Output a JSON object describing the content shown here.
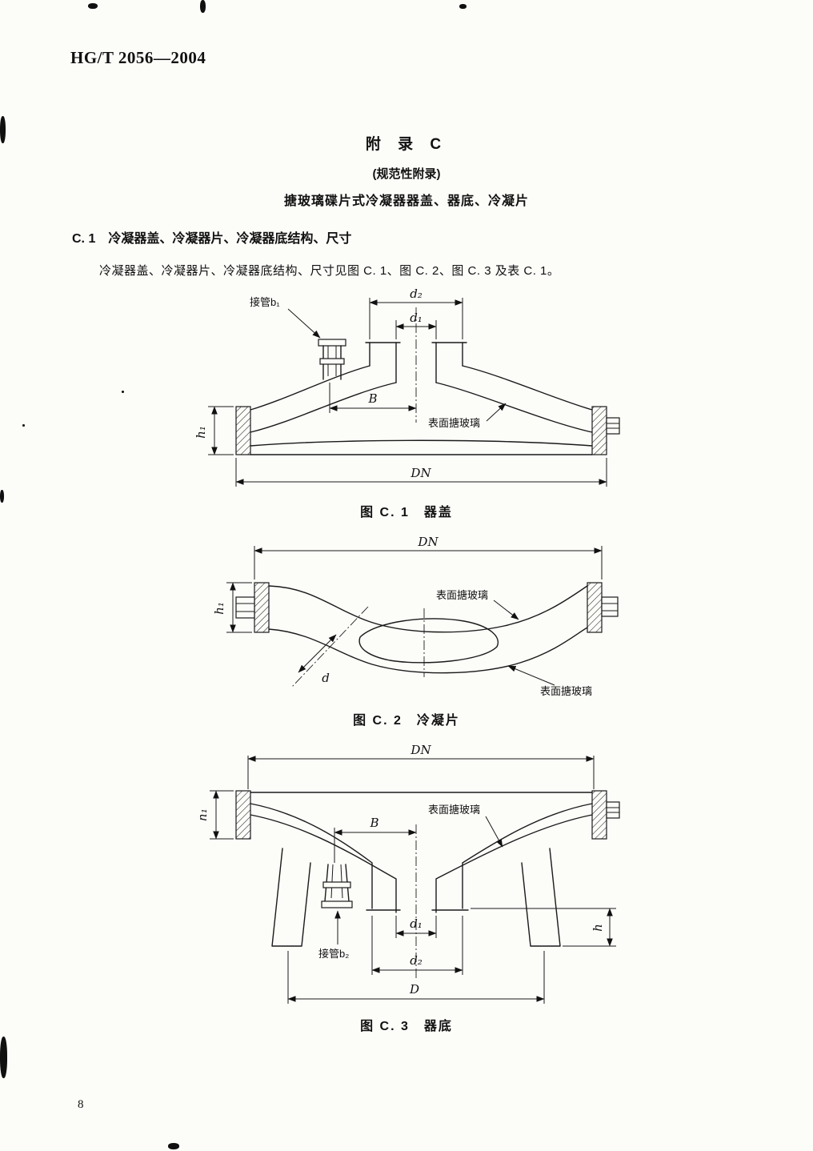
{
  "page": {
    "header": "HG/T 2056—2004",
    "number": "8"
  },
  "appendix": {
    "title": "附  录  C",
    "note": "(规范性附录)",
    "subtitle": "搪玻璃碟片式冷凝器器盖、器底、冷凝片"
  },
  "section_c1": {
    "number": "C. 1",
    "title": "冷凝器盖、冷凝器片、冷凝器底结构、尺寸",
    "body": "冷凝器盖、冷凝器片、冷凝器底结构、尺寸见图 C. 1、图 C. 2、图 C. 3 及表 C. 1。"
  },
  "fig1": {
    "caption": "图 C. 1　器盖",
    "labels": {
      "nozzle": "接管b₁",
      "d2": "d₂",
      "d1": "d₁",
      "b": "B",
      "glass": "表面搪玻璃",
      "h1": "h₁",
      "dn": "DN"
    }
  },
  "fig2": {
    "caption": "图 C. 2　冷凝片",
    "labels": {
      "dn": "DN",
      "glass_top": "表面搪玻璃",
      "glass_bottom": "表面搪玻璃",
      "h1": "h₁",
      "d": "d"
    }
  },
  "fig3": {
    "caption": "图 C. 3　器底",
    "labels": {
      "dn": "DN",
      "glass": "表面搪玻璃",
      "h1": "h₁",
      "b": "B",
      "nozzle": "接管b₂",
      "d1": "d₁",
      "d2": "d₂",
      "h": "h",
      "d_big": "D"
    }
  }
}
